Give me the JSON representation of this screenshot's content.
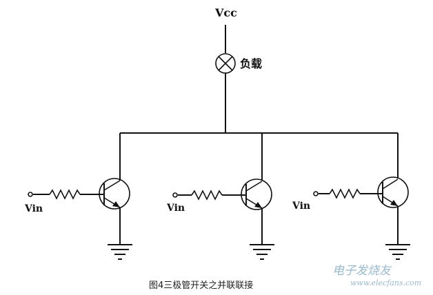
{
  "diagram": {
    "vcc_label": "Vcc",
    "load_label": "负载",
    "input_labels": [
      "Vin",
      "Vin",
      "Vin"
    ],
    "caption": "图4三极管开关之并联联接",
    "watermark_text": "电子发烧友",
    "watermark_url": "www.elecfans.com"
  },
  "colors": {
    "line": "#111111",
    "watermark": "#8fb3c9"
  }
}
